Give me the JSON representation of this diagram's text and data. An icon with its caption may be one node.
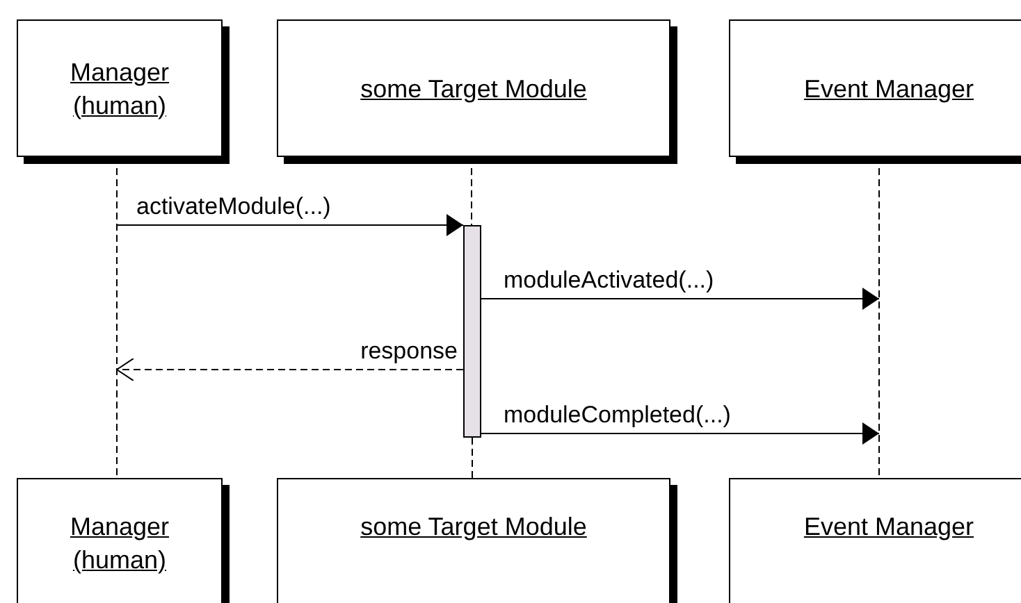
{
  "diagram": {
    "nodes": [
      {
        "text": [
          "Manager (human)"
        ]
      },
      {
        "text": [
          "some Target Module"
        ]
      },
      {
        "text": [
          "Event Manager"
        ]
      },
      {
        "text": [
          "Manager (human)"
        ]
      },
      {
        "text": [
          "some Target Module"
        ]
      },
      {
        "text": [
          "Event Manager"
        ]
      },
      {
        "text": [],
        "shape": "bar"
      }
    ],
    "edges": [
      {
        "from": 0,
        "to": 3,
        "arrow": "none",
        "style": "dashed"
      },
      {
        "from": 1,
        "to": 6,
        "arrow": "none",
        "style": "dashed"
      },
      {
        "from": 6,
        "to": 4,
        "arrow": "none",
        "style": "dashed"
      },
      {
        "from": 2,
        "to": 5,
        "arrow": "none",
        "style": "dashed"
      },
      {
        "from": null,
        "to": 6,
        "arrow": "to",
        "label": "activateModule(...)"
      },
      {
        "from": 6,
        "to": null,
        "arrow": "to",
        "label": "moduleActivated(...)"
      },
      {
        "from": 6,
        "to": null,
        "arrow": "to",
        "label": "response",
        "style": "dashed"
      },
      {
        "from": 6,
        "to": null,
        "arrow": "to",
        "label": "moduleCompleted(...)"
      }
    ]
  }
}
